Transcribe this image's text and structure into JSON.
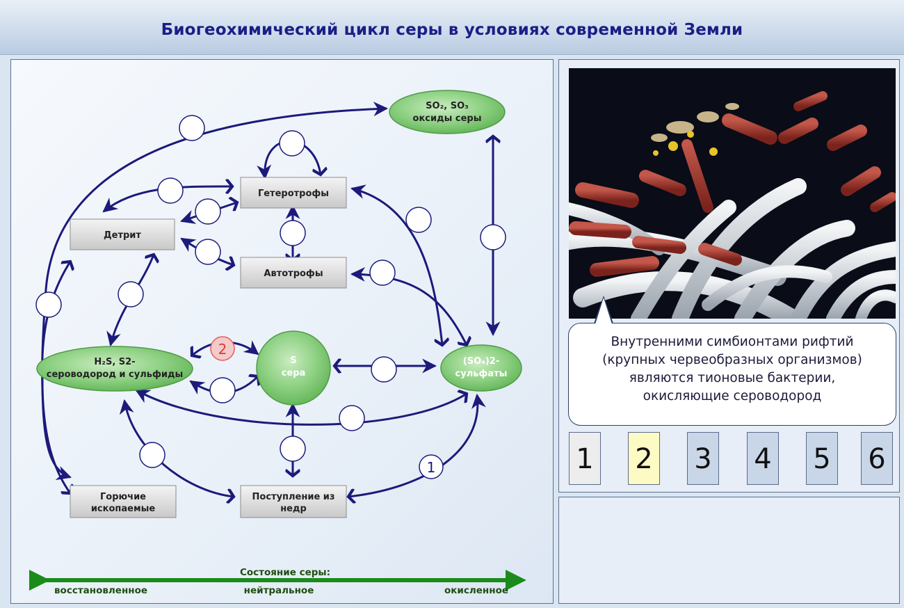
{
  "header": {
    "title": "Биогеохимический цикл серы в условиях современной Земли"
  },
  "diagram": {
    "nodes": {
      "oxides_l1": "SO₂, SO₃",
      "oxides_l2": "оксиды серы",
      "heterotrophs": "Гетеротрофы",
      "detritus": "Детрит",
      "autotrophs": "Автотрофы",
      "h2s_l1": "H₂S, S2-",
      "h2s_l2": "сероводород и сульфиды",
      "sulfur_l1": "S",
      "sulfur_l2": "сера",
      "sulfates_l1": "(SO₄)2-",
      "sulfates_l2": "сульфаты",
      "fuels_l1": "Горючие",
      "fuels_l2": "ископаемые",
      "input_l1": "Поступление из",
      "input_l2": "недр"
    },
    "markers": {
      "highlighted": "2",
      "numbered": "1"
    },
    "axis": {
      "title": "Состояние серы:",
      "left": "восстановленное",
      "middle": "нейтральное",
      "right": "окисленное"
    },
    "colors": {
      "node_green": "#7fc77b",
      "node_gray": "#d2d2d2",
      "arrow": "#1c1a7a",
      "axis_green": "#1b8b1b",
      "highlight": "#e25c5c"
    }
  },
  "info": {
    "callout": [
      "Внутренними симбионтами рифтий",
      "(крупных червеобразных организмов)",
      "являются тионовые бактерии,",
      "окисляющие сероводород"
    ],
    "tabs": [
      {
        "label": "1",
        "color": "#ededed"
      },
      {
        "label": "2",
        "color": "#fdfbc4"
      },
      {
        "label": "3",
        "color": "#c9d6e8"
      },
      {
        "label": "4",
        "color": "#c9d6e8"
      },
      {
        "label": "5",
        "color": "#c9d6e8"
      },
      {
        "label": "6",
        "color": "#c9d6e8"
      }
    ]
  }
}
